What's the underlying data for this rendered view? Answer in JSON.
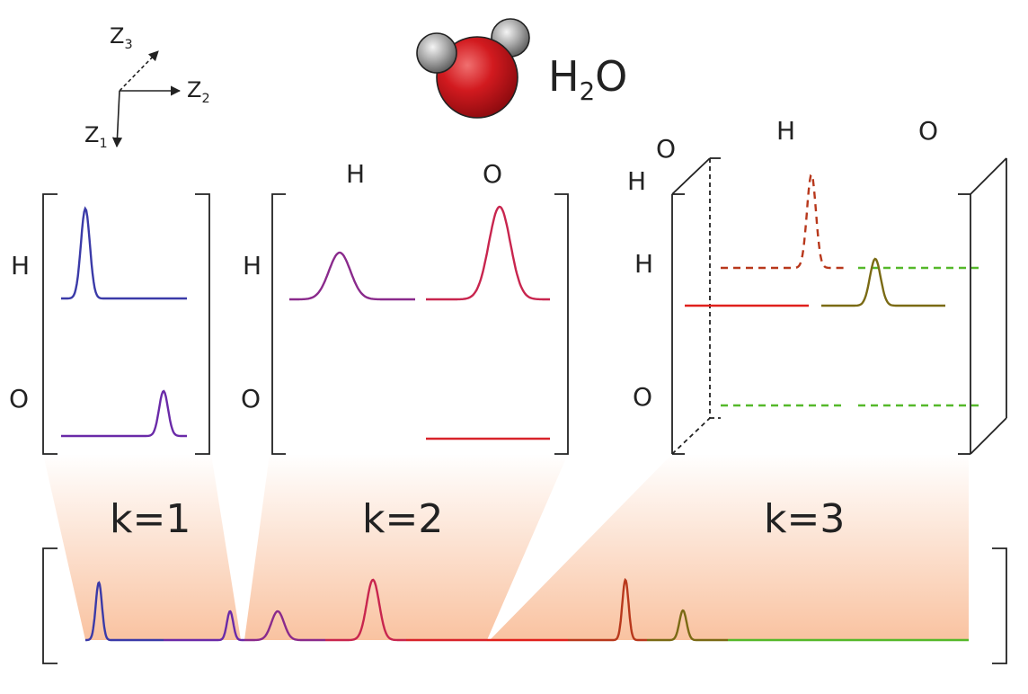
{
  "molecule": {
    "formula_main": "H",
    "formula_sub": "2",
    "formula_tail": "O",
    "colors": {
      "oxygen": "#c8151c",
      "hydrogen": "#9a9a9a"
    }
  },
  "axes": {
    "z1": {
      "main": "Z",
      "sub": "1"
    },
    "z2": {
      "main": "Z",
      "sub": "2"
    },
    "z3": {
      "main": "Z",
      "sub": "3"
    }
  },
  "matrix_k1": {
    "row_labels": [
      "H",
      "O"
    ]
  },
  "matrix_k2": {
    "row_labels": [
      "H",
      "O"
    ],
    "col_labels": [
      "H",
      "O"
    ]
  },
  "tensor_k3": {
    "depth_labels": [
      "O",
      "H"
    ],
    "col_labels": [
      "H",
      "O"
    ],
    "row_labels": [
      "H",
      "O"
    ]
  },
  "k_labels": [
    "k=1",
    "k=2",
    "k=3"
  ],
  "series_colors": {
    "k1_HH": "#3a3aa8",
    "k1_OO": "#6a2aa8",
    "k2_HH": "#8a2a8c",
    "k2_HO": "#c8254e",
    "k2_OO": "#d8232a",
    "k3_red": "#e0201c",
    "k3_brown_dashed": "#b8381c",
    "k3_olive": "#7a6a14",
    "k3_green_dashed": "#55b82a",
    "bottom_green": "#55b82a"
  },
  "fade_color": "#f8b890"
}
